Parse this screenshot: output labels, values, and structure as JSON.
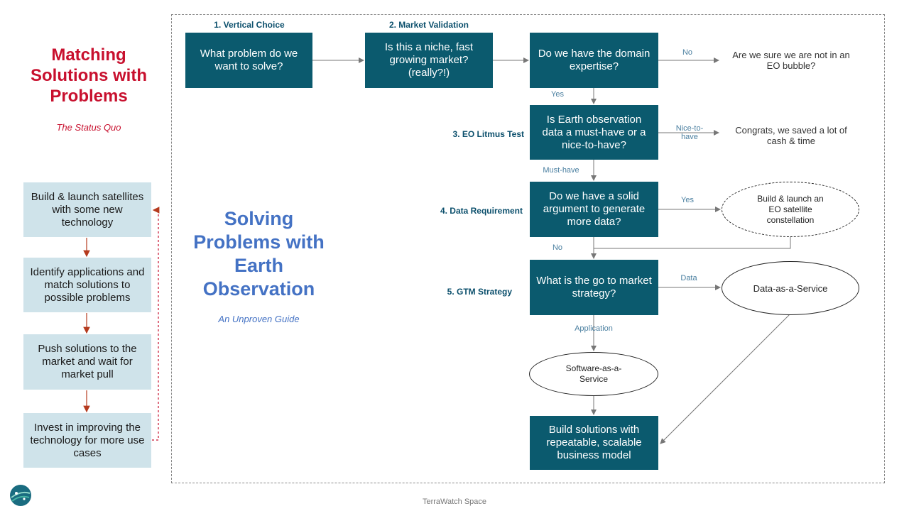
{
  "left": {
    "title": "Matching Solutions with Problems",
    "subtitle": "The Status Quo",
    "steps": [
      "Build & launch satellites with some new technology",
      "Identify applications and match solutions to possible problems",
      "Push solutions to the market and wait for market pull",
      "Invest in improving the technology for more use cases"
    ]
  },
  "center": {
    "title": "Solving Problems with Earth Observation",
    "subtitle": "An Unproven Guide"
  },
  "steps": {
    "s1": "1. Vertical Choice",
    "s2": "2. Market Validation",
    "s3": "3. EO Litmus Test",
    "s4": "4. Data Requirement",
    "s5": "5. GTM Strategy"
  },
  "boxes": {
    "problem": "What problem do we want to solve?",
    "niche": "Is this a niche, fast growing market? (really?!)",
    "expertise": "Do we have the domain expertise?",
    "eo_data": "Is Earth observation data a must-have or a nice-to-have?",
    "argument": "Do we have a solid argument to generate more data?",
    "gtm": "What is the go to market strategy?",
    "build": "Build solutions with repeatable, scalable business model"
  },
  "edges": {
    "no1": "No",
    "yes1": "Yes",
    "nice": "Nice-to-have",
    "must": "Must-have",
    "yes2": "Yes",
    "no2": "No",
    "data": "Data",
    "application": "Application"
  },
  "outcomes": {
    "bubble": "Are we sure we are not in an EO bubble?",
    "congrats": "Congrats, we saved a lot of cash & time",
    "constellation": "Build & launch an EO satellite constellation",
    "daas": "Data-as-a-Service",
    "saas": "Software-as-a-Service"
  },
  "footer": "TerraWatch Space",
  "colors": {
    "red": "#c8102e",
    "teal": "#0b5a6e",
    "light_blue_box": "#cfe3ea",
    "blue_text": "#4472c4",
    "arrow_red": "#b53a1e"
  },
  "icons": {
    "logo": "terrawatch-globe-logo"
  }
}
